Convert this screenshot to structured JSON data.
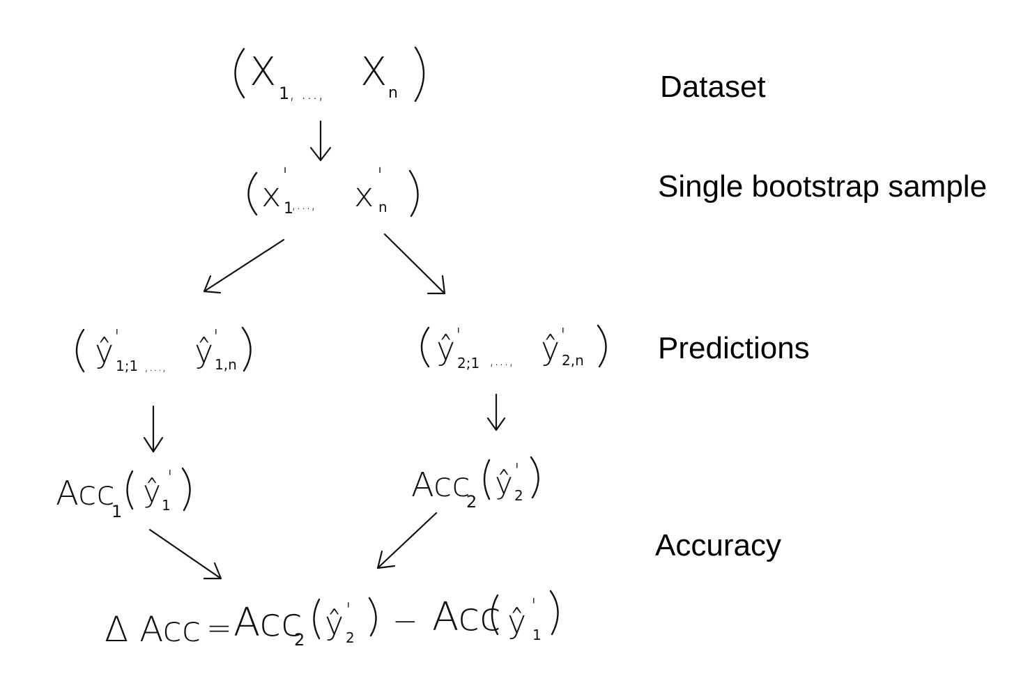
{
  "stage_labels": {
    "dataset": "Dataset",
    "bootstrap": "Single bootstrap sample",
    "predictions": "Predictions",
    "accuracy": "Accuracy"
  },
  "nodes": {
    "dataset": {
      "var": "X",
      "sub_first": "1",
      "ellipsis": ", ...,",
      "sub_last": "n"
    },
    "bootstrap": {
      "var": "x",
      "prime": "'",
      "sub_first": "1",
      "ellipsis": ",..., ",
      "sub_last": "n"
    },
    "pred1": {
      "var": "ŷ",
      "prime": "'",
      "sub_first": "1;1",
      "ellipsis": ",...,",
      "sub_last": "1,n"
    },
    "pred2": {
      "var": "ŷ",
      "prime": "'",
      "sub_first": "2;1",
      "ellipsis": ",...,",
      "sub_last": "2,n"
    },
    "acc1": {
      "name": "Acc",
      "name_sub": "1",
      "arg": "ŷ",
      "prime": "'",
      "arg_sub": "1"
    },
    "acc2": {
      "name": "Acc",
      "name_sub": "2",
      "arg": "ŷ",
      "prime": "'",
      "arg_sub": "2"
    },
    "delta": {
      "lhs": "Δ Acc",
      "eq": "=",
      "t1_name": "Acc",
      "t1_sub": "2",
      "t1_arg": "ŷ",
      "t1_prime": "'",
      "t1_arg_sub": "2",
      "minus": "−",
      "t2_name": "Acc",
      "t2_arg": "ŷ",
      "t2_prime": "'",
      "t2_arg_sub": "1"
    }
  },
  "colors": {
    "ink": "#111111",
    "label": "#000000",
    "background": "#ffffff"
  }
}
